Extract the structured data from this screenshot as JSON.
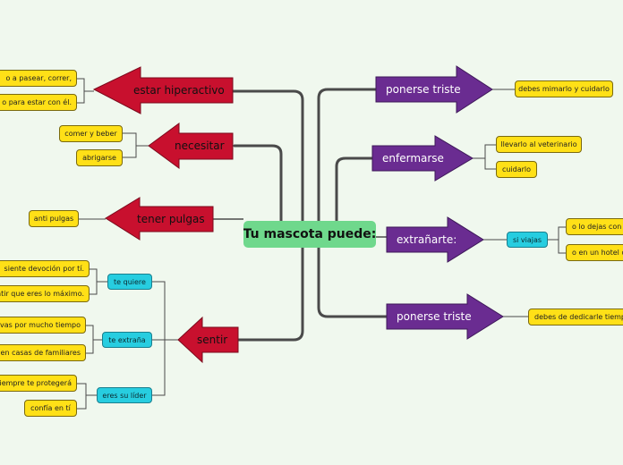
{
  "central": {
    "label": "Tu mascota puede:"
  },
  "branches": {
    "estar_hiperactivo": {
      "label": "estar hiperactivo",
      "leaves": [
        "o a pasear, correr,",
        "o para estar con él."
      ]
    },
    "necesitar": {
      "label": "necesitar",
      "leaves": [
        "comer y beber",
        "abrigarse"
      ]
    },
    "tener_pulgas": {
      "label": "tener pulgas",
      "leaves": [
        "anti pulgas"
      ]
    },
    "sentir": {
      "label": "sentir",
      "subs": [
        {
          "label": "te quiere",
          "leaves": [
            "siente devoción por tí.",
            "ntir que eres lo máximo."
          ]
        },
        {
          "label": "te extraña",
          "leaves": [
            "vas por mucho tiempo",
            "en casas de familiares"
          ]
        },
        {
          "label": "eres su líder",
          "leaves": [
            "iempre te protegerá",
            "confía en tí"
          ]
        }
      ]
    },
    "ponerse_triste_1": {
      "label": "ponerse triste",
      "leaves": [
        "debes mimarlo y cuidarlo"
      ]
    },
    "enfermarse": {
      "label": "enfermarse",
      "leaves": [
        "llevarlo al veterinario",
        "cuidarlo"
      ]
    },
    "extranarte": {
      "label": "extrañarte:",
      "sub": {
        "label": "si viajas",
        "leaves": [
          "o lo dejas con",
          "o en un hotel d"
        ]
      }
    },
    "ponerse_triste_2": {
      "label": "ponerse triste",
      "leaves": [
        "debes de dedicarle tiempo"
      ]
    }
  },
  "colors": {
    "red_arrow": "#c8102e",
    "purple_arrow": "#6a2c91",
    "central": "#6fd88c",
    "leaf": "#ffe017",
    "sub": "#27cde0",
    "background": "#f0f8ee"
  }
}
